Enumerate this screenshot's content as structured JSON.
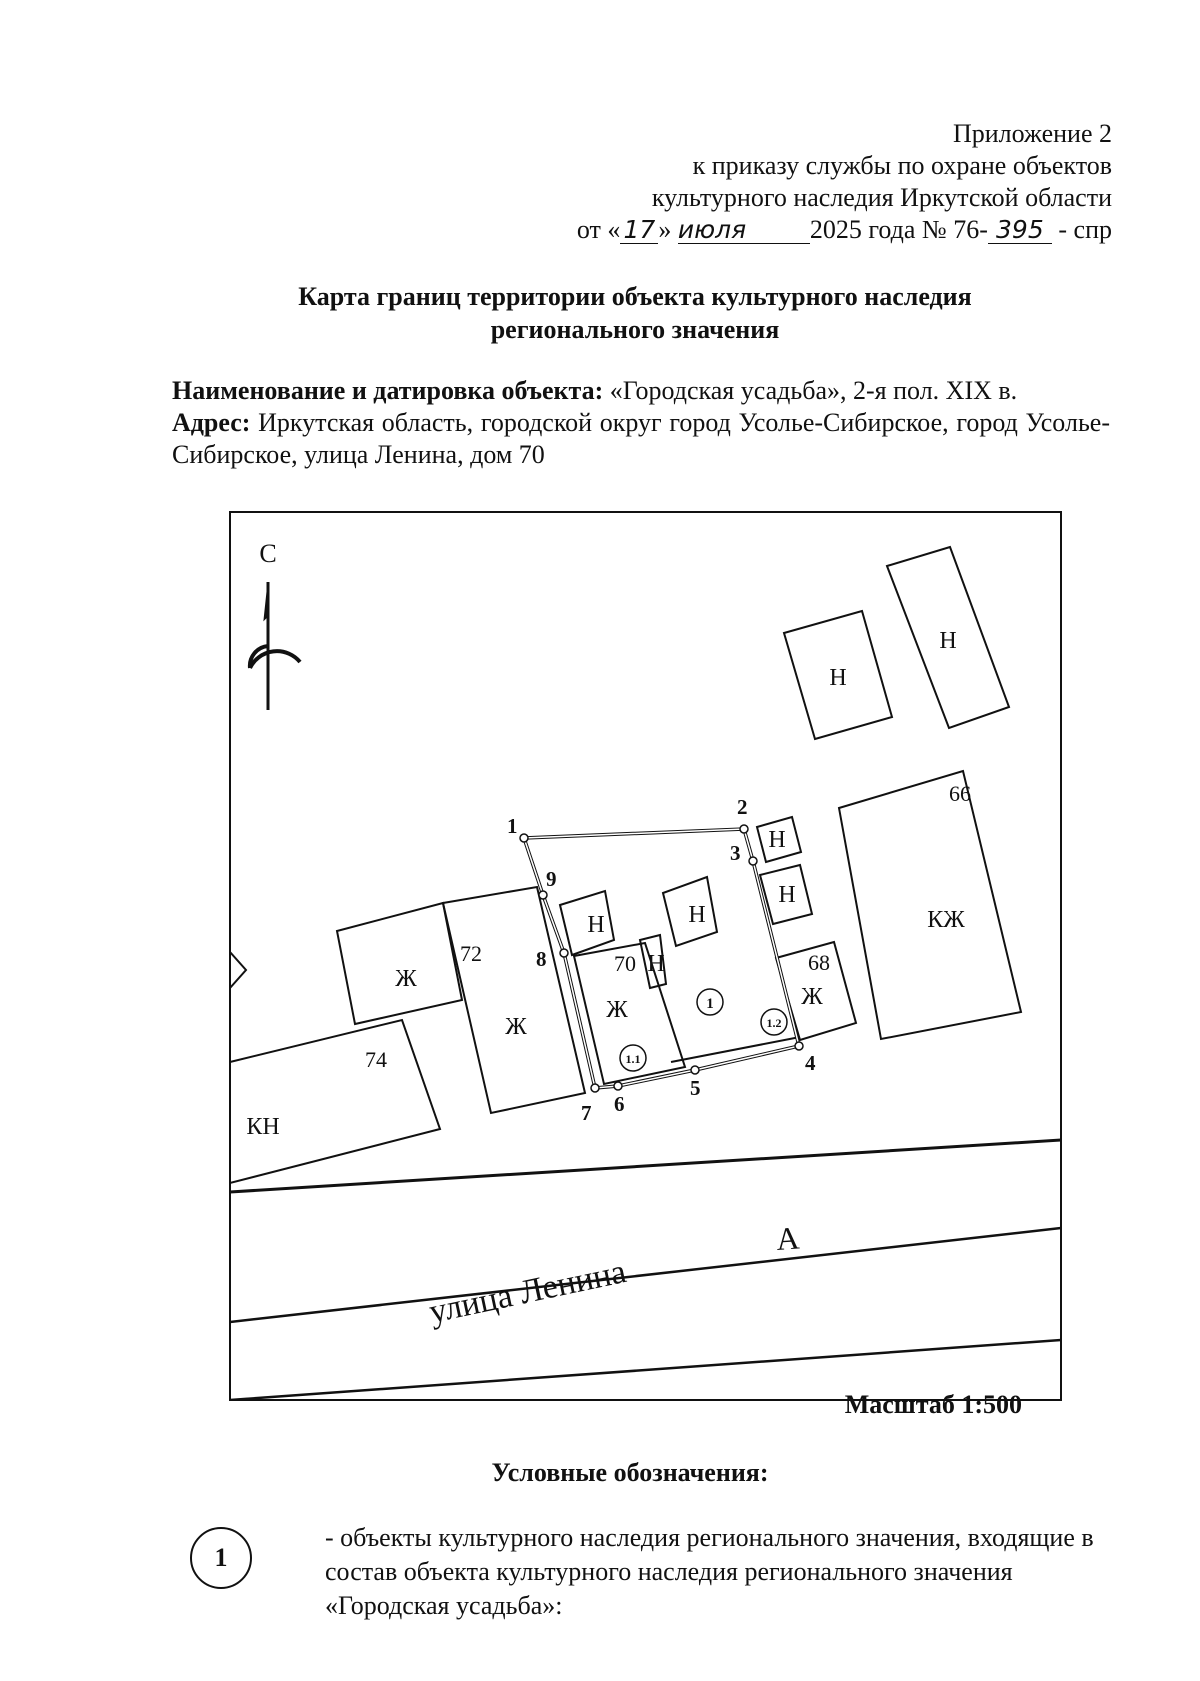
{
  "header": {
    "line1": "Приложение 2",
    "line2": "к приказу службы по охране объектов",
    "line3": "культурного наследия Иркутской области",
    "date_prefix": "от «",
    "day": "17",
    "date_mid": "»",
    "month": "июля",
    "year_text": "2025 года № 76-",
    "number": "395",
    "suffix": "- спр"
  },
  "title": {
    "line1": "Карта границ территории объекта культурного наследия",
    "line2": "регионального значения"
  },
  "object_info": {
    "name_label": "Наименование и датировка объекта:",
    "name_value": "«Городская усадьба», 2-я пол. XIX в.",
    "address_label": "Адрес:",
    "address_value": "Иркутская область, городской округ город Усолье-Сибирское, город Усолье-Сибирское, улица Ленина, дом 70"
  },
  "map": {
    "north_label": "С",
    "street_label": "улица Ленина",
    "street_letter": "А",
    "building_labels": {
      "n_top_left": "Н",
      "n_top_right": "Н",
      "n_small_1": "Н",
      "n_small_2": "Н",
      "n_inner_left": "Н",
      "n_inner_mid": "Н",
      "n_inner_tiny": "Н",
      "kzh": "КЖ",
      "zh_left": "Ж",
      "zh_72": "Ж",
      "zh_70": "Ж",
      "zh_68": "Ж",
      "kn": "КН"
    },
    "house_numbers": {
      "h66": "66",
      "h72": "72",
      "h70": "70",
      "h68": "68",
      "h74": "74"
    },
    "boundary_points": [
      "1",
      "2",
      "3",
      "4",
      "5",
      "6",
      "7",
      "8",
      "9"
    ],
    "object_markers": {
      "main": "1",
      "sub1": "1.1",
      "sub2": "1.2"
    }
  },
  "scale": "Масштаб 1:500",
  "legend": {
    "title": "Условные обозначения:",
    "marker": "1",
    "description": "- объекты культурного наследия регионального значения, входящие в состав объекта культурного наследия регионального значения «Городская усадьба»:"
  }
}
